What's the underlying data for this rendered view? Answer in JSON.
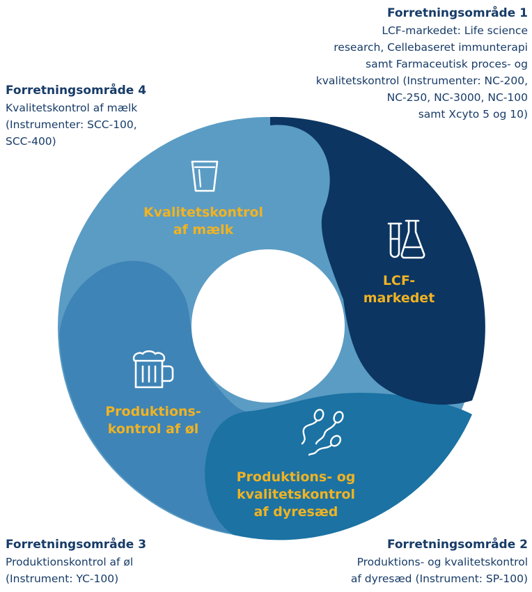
{
  "business_areas": [
    {
      "title": "Forretningsområde 1",
      "lines": [
        "LCF-markedet: Life science",
        "research, Cellebaseret immunterapi",
        "samt Farmaceutisk proces- og",
        "kvalitetskontrol (Instrumenter: NC-200,",
        "NC-250, NC-3000, NC-100",
        "samt Xcyto 5 og 10)"
      ]
    },
    {
      "title": "Forretningsområde 2",
      "lines": [
        "Produktions- og kvalitetskontrol",
        "af dyresæd (Instrument: SP-100)"
      ]
    },
    {
      "title": "Forretningsområde 3",
      "lines": [
        "Produktionskontrol af øl",
        "(Instrument: YC-100)"
      ]
    },
    {
      "title": "Forretningsområde 4",
      "lines": [
        "Kvalitetskontrol af mælk",
        "(Instrumenter: SCC-100,",
        "SCC-400)"
      ]
    }
  ],
  "segments": {
    "lcf": {
      "lines": [
        "LCF-",
        "markedet"
      ],
      "icon": "flask-icon",
      "color": "#0c3561"
    },
    "semen": {
      "lines": [
        "Produktions- og",
        "kvalitetskontrol",
        "af dyresæd"
      ],
      "icon": "sperm-icon",
      "color": "#1b72a3"
    },
    "beer": {
      "lines": [
        "Produktions-",
        "kontrol af øl"
      ],
      "icon": "beer-mug-icon",
      "color": "#3e84b6"
    },
    "milk": {
      "lines": [
        "Kvalitetskontrol",
        "af mælk"
      ],
      "icon": "glass-icon",
      "color": "#5b9cc4"
    }
  },
  "colors": {
    "label_text": "#f0b323",
    "heading_text": "#173b67",
    "hole": "#ffffff"
  }
}
